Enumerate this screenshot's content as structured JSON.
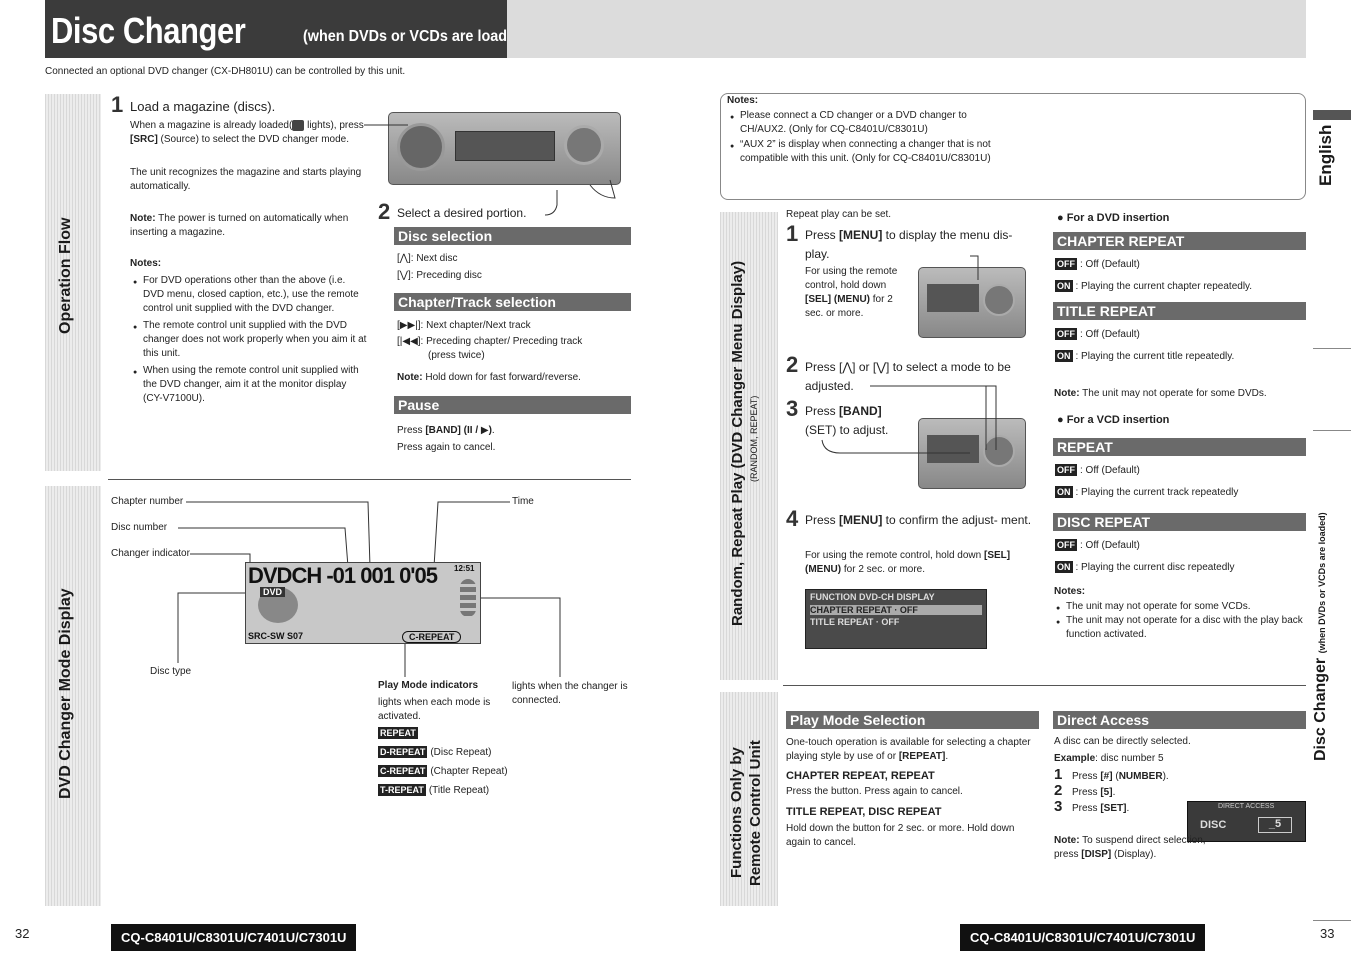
{
  "header": {
    "title": "Disc Changer",
    "subtitle": "(when DVDs or VCDs are loaded)",
    "intro": "Connected an optional DVD changer (CX-DH801U) can be controlled by this unit."
  },
  "tabs": {
    "operation_flow": "Operation Flow",
    "dvd_mode_display": "DVD Changer Mode Display",
    "random_repeat": "Random, Repeat Play (DVD Changer Menu Display)",
    "random_repeat_sub": "(RANDOM, REPEAT)",
    "functions_remote_1": "Functions Only by",
    "functions_remote_2": "Remote Control Unit",
    "english": "English",
    "side_title": "Disc Changer",
    "side_sub": "(when DVDs or VCDs are loaded)"
  },
  "flow": {
    "step1_num": "1",
    "step1_title": "Load a magazine (discs).",
    "step1_a": "When a magazine is already loaded(",
    "step1_b": " lights), press",
    "step1_c": "[SRC]",
    "step1_d": " (Source) to select the DVD changer mode.",
    "recognize": "The unit recognizes the magazine and starts playing automatically.",
    "note_label": "Note:",
    "note_text": " The power is turned on automatically when inserting a magazine.",
    "notes_label": "Notes:",
    "notes": [
      "For DVD operations other than the above (i.e. DVD menu, closed caption, etc.), use the remote control unit supplied with the DVD changer.",
      "The remote control unit supplied with the DVD changer does not work properly when you aim it at this unit.",
      "When using the remote control unit supplied with the DVD changer, aim it at the monitor display (CY-V7100U)."
    ],
    "step2_num": "2",
    "step2_title": "Select a desired portion.",
    "disc_sel_head": "Disc selection",
    "disc_next": "[⋀]: Next disc",
    "disc_prev": "[⋁]: Preceding disc",
    "chap_head": "Chapter/Track selection",
    "chap_next": "[▶▶|]: Next chapter/Next track",
    "chap_prev": "[|◀◀]: Preceding chapter/ Preceding track",
    "chap_prev2": "(press twice)",
    "hold_note_label": "Note:",
    "hold_note": " Hold down for fast forward/reverse.",
    "pause_head": "Pause",
    "pause_1a": "Press ",
    "pause_1b": "[BAND] (II / ▶)",
    "pause_1c": ".",
    "pause_2": "Press again to cancel."
  },
  "display": {
    "chapter_number": "Chapter number",
    "disc_number": "Disc number",
    "changer_indicator": "Changer indicator",
    "time": "Time",
    "disc_type": "Disc type",
    "lcd_main": "DVDCH -01 001  0'05",
    "lcd_dvd": "DVD",
    "lcd_src": "SRC-SW  S07",
    "lcd_mode": "C-REPEAT",
    "lcd_clock": "12:51",
    "play_mode_title": "Play Mode indicators",
    "play_mode_desc": "lights when each mode is activated.",
    "lights_desc": "lights when the changer is connected.",
    "indicators": [
      {
        "tag": "REPEAT",
        "desc": ""
      },
      {
        "tag": "D-REPEAT",
        "desc": "(Disc Repeat)"
      },
      {
        "tag": "C-REPEAT",
        "desc": "(Chapter Repeat)"
      },
      {
        "tag": "T-REPEAT",
        "desc": "(Title Repeat)"
      }
    ]
  },
  "right_notes": {
    "label": "Notes:",
    "items": [
      "Please connect a CD changer or a DVD changer to CH/AUX2. (Only for CQ-C8401U/C8301U)",
      "“AUX 2” is display when connecting a changer that is not compatible with this unit. (Only for CQ-C8401U/C8301U)"
    ]
  },
  "repeat": {
    "intro": "Repeat play can be set.",
    "s1_num": "1",
    "s1a": "Press ",
    "s1b": "[MENU]",
    "s1c": " to display the menu dis- play.",
    "s1_remote": "For using the remote control, hold down ",
    "s1_remote_b": "[SEL] (MENU)",
    "s1_remote_c": " for 2 sec. or more.",
    "s2_num": "2",
    "s2": "Press [⋀] or [⋁] to select a mode to be adjusted.",
    "s3_num": "3",
    "s3a": "Press ",
    "s3b": "[BAND]",
    "s3c": "(SET) to adjust.",
    "s4_num": "4",
    "s4a": "Press ",
    "s4b": "[MENU]",
    "s4c": " to confirm the adjust- ment.",
    "s4_remote": "For using the remote control, hold down ",
    "s4_remote_b": "[SEL] (MENU)",
    "s4_remote_c": " for 2 sec. or more.",
    "menu_lcd_1": "FUNCTION  DVD-CH  DISPLAY",
    "menu_lcd_2": "CHAPTER REPEAT  ·  OFF",
    "menu_lcd_3": "TITLE REPEAT    ·  OFF"
  },
  "dvd_insert": {
    "label": "For a DVD insertion",
    "chapter_head": "CHAPTER REPEAT",
    "chapter_off": ": Off (Default)",
    "chapter_on": ": Playing the current chapter repeatedly.",
    "title_head": "TITLE REPEAT",
    "title_off": ": Off (Default)",
    "title_on": ": Playing the current title repeatedly.",
    "note_label": "Note:",
    "note": " The unit may not operate for some DVDs."
  },
  "vcd_insert": {
    "label": "For a VCD insertion",
    "repeat_head": "REPEAT",
    "repeat_off": ": Off (Default)",
    "repeat_on": ": Playing the current track repeatedly",
    "disc_head": "DISC REPEAT",
    "disc_off": ": Off  (Default)",
    "disc_on": ": Playing the current disc repeatedly",
    "notes_label": "Notes:",
    "notes": [
      "The unit may not operate for some VCDs.",
      "The unit may not operate for a disc with the play back function activated."
    ]
  },
  "play_mode": {
    "head": "Play Mode Selection",
    "desc_a": "One-touch operation is available for selecting a chapter playing style by use of or ",
    "desc_b": "[REPEAT]",
    "desc_c": ".",
    "cr_head": "CHAPTER REPEAT, REPEAT",
    "cr_text": "Press the button. Press again to cancel.",
    "tr_head": "TITLE REPEAT, DISC REPEAT",
    "tr_text": "Hold down the button for 2 sec. or more. Hold down again to cancel."
  },
  "direct": {
    "head": "Direct Access",
    "desc": "A disc can be directly selected.",
    "example_label": "Example",
    "example": ": disc number 5",
    "steps": [
      {
        "n": "1",
        "a": "Press ",
        "b": "[#]",
        "c": " (",
        "d": "NUMBER",
        "e": ")."
      },
      {
        "n": "2",
        "a": "Press ",
        "b": "[5]",
        "c": ".",
        "d": "",
        "e": ""
      },
      {
        "n": "3",
        "a": "Press ",
        "b": "[SET]",
        "c": ".",
        "d": "",
        "e": ""
      }
    ],
    "lcd_head": "DIRECT ACCESS",
    "lcd_disc": "DISC",
    "lcd_value": "_5",
    "note_label": "Note:",
    "note_a": " To suspend direct selection, press ",
    "note_b": "[DISP]",
    "note_c": " (Display)."
  },
  "footer": {
    "page_left": "32",
    "page_right": "33",
    "model": "CQ-C8401U/C8301U/C7401U/C7301U"
  },
  "indicator_off": "OFF",
  "indicator_on": "ON"
}
